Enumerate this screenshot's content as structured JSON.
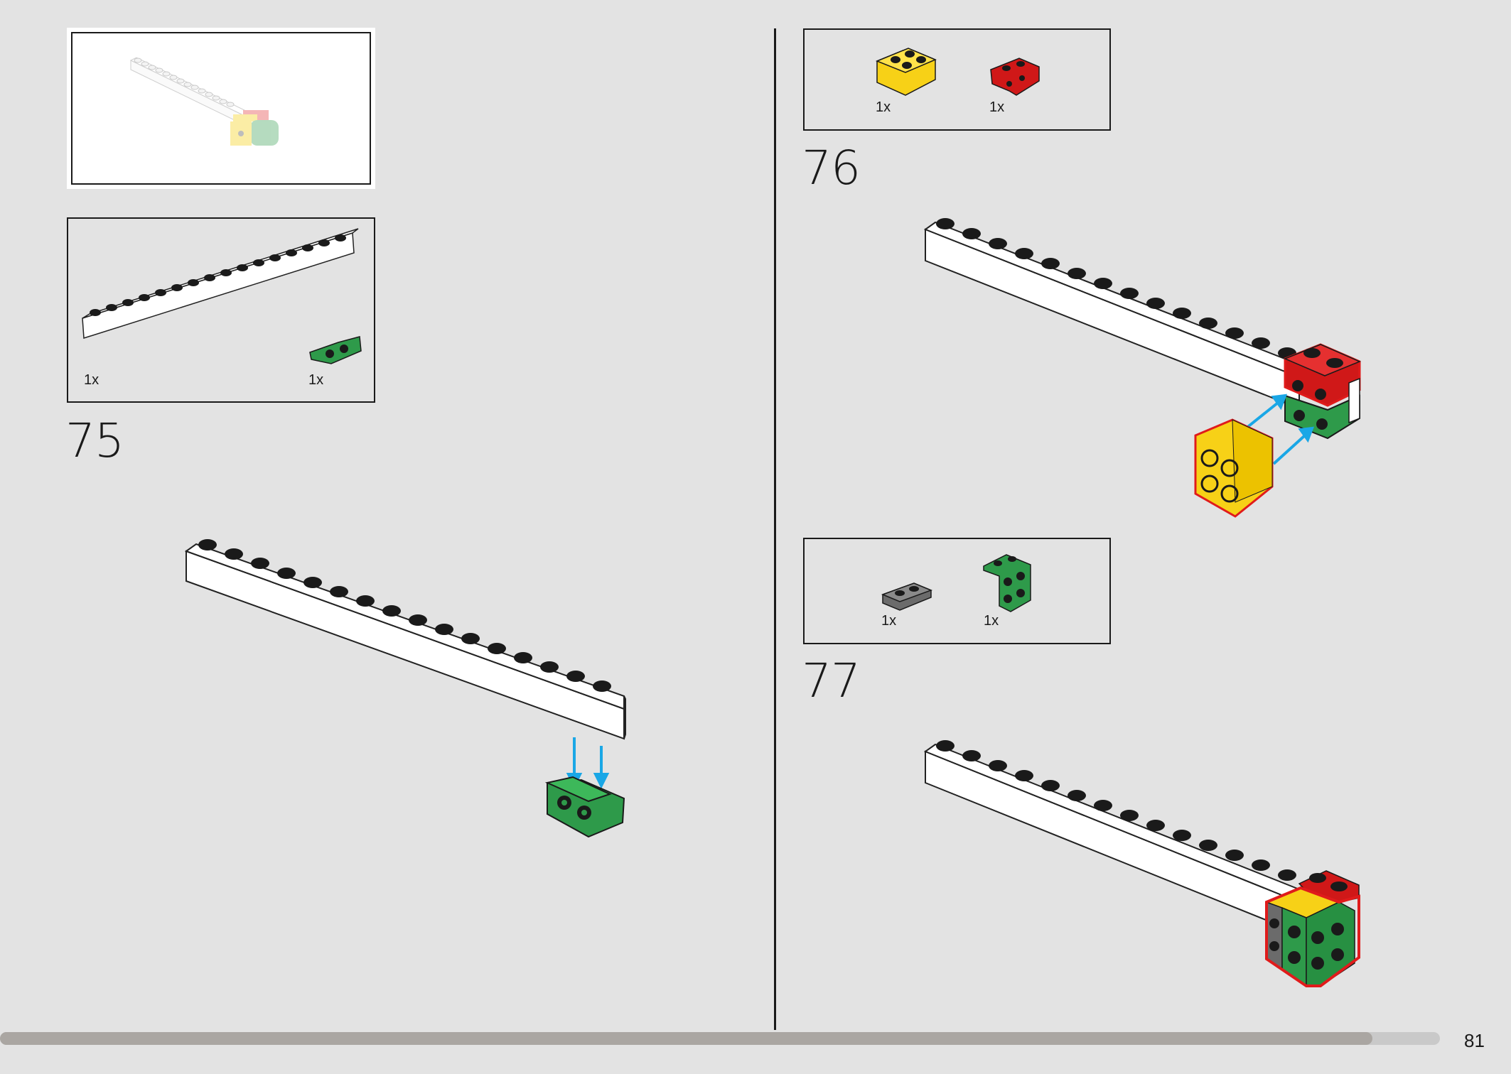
{
  "page": {
    "number": "81",
    "progress": 0.953
  },
  "steps": {
    "s75": {
      "number": "75",
      "parts": [
        {
          "qty": "1x",
          "name": "white-brick-1x16"
        },
        {
          "qty": "1x",
          "name": "green-bracket-plate"
        }
      ]
    },
    "s76": {
      "number": "76",
      "parts": [
        {
          "qty": "1x",
          "name": "yellow-brick-2x2"
        },
        {
          "qty": "1x",
          "name": "red-bracket-plate"
        }
      ]
    },
    "s77": {
      "number": "77",
      "parts": [
        {
          "qty": "1x",
          "name": "dark-grey-plate-1x2"
        },
        {
          "qty": "1x",
          "name": "green-bracket-2x2"
        }
      ]
    }
  },
  "colors": {
    "background": "#e3e3e3",
    "white_part": "#f7f7f7",
    "green_part": "#2e9a4a",
    "yellow_part": "#f7d117",
    "red_part": "#d01818",
    "grey_part": "#6b6b6b",
    "arrow": "#1aa7e6",
    "highlight_outline": "#e01b1b"
  }
}
